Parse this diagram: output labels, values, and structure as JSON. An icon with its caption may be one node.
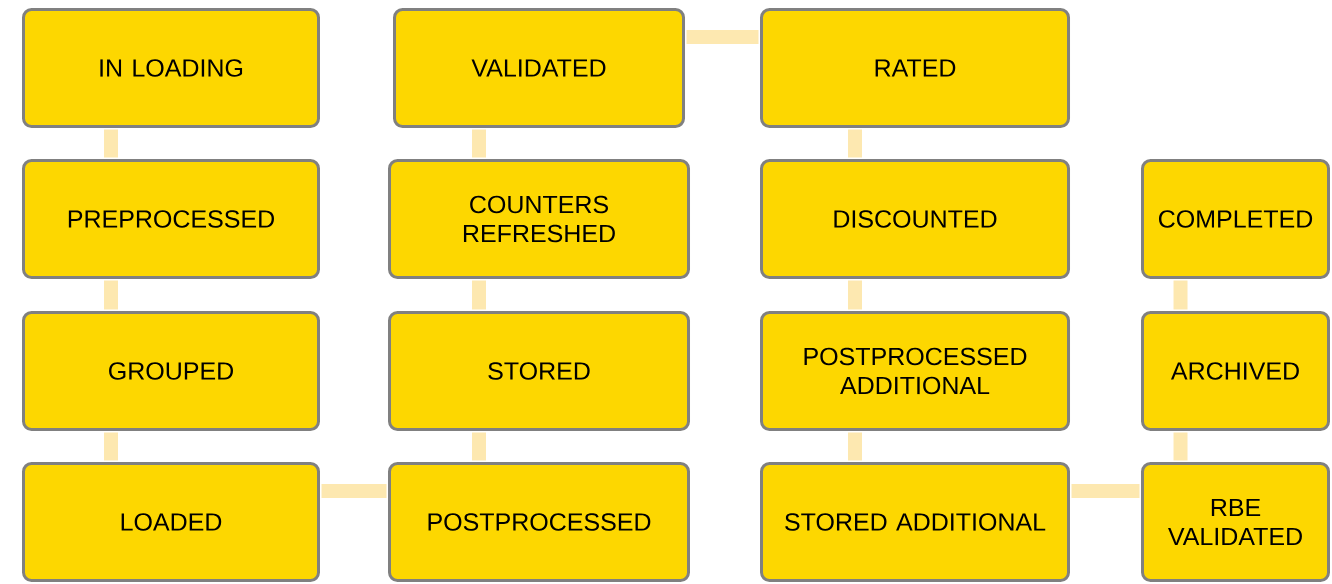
{
  "diagram": {
    "nodes": [
      {
        "text": [
          "IN LOADING"
        ]
      },
      {
        "text": [
          "VALIDATED"
        ]
      },
      {
        "text": [
          "RATED"
        ]
      },
      {
        "text": [
          "PREPROCESSED"
        ]
      },
      {
        "text": [
          "COUNTERS REFRESHED"
        ]
      },
      {
        "text": [
          "DISCOUNTED"
        ]
      },
      {
        "text": [
          "COMPLETED"
        ]
      },
      {
        "text": [
          "GROUPED"
        ]
      },
      {
        "text": [
          "STORED"
        ]
      },
      {
        "text": [
          "POSTPROCESSED ADDITIONAL"
        ]
      },
      {
        "text": [
          "ARCHIVED"
        ]
      },
      {
        "text": [
          "LOADED"
        ]
      },
      {
        "text": [
          "POSTPROCESSED"
        ]
      },
      {
        "text": [
          "STORED ADDITIONAL"
        ]
      },
      {
        "text": [
          "RBE VALIDATED"
        ]
      }
    ],
    "edges": [
      {
        "from": 0,
        "to": 3,
        "arrow": "none"
      },
      {
        "from": 3,
        "to": 7,
        "arrow": "none"
      },
      {
        "from": 7,
        "to": 11,
        "arrow": "none"
      },
      {
        "from": 11,
        "to": 12,
        "arrow": "none"
      },
      {
        "from": 12,
        "to": 8,
        "arrow": "none"
      },
      {
        "from": 8,
        "to": 4,
        "arrow": "none"
      },
      {
        "from": 4,
        "to": 1,
        "arrow": "none"
      },
      {
        "from": 1,
        "to": 2,
        "arrow": "none"
      },
      {
        "from": 2,
        "to": 5,
        "arrow": "none"
      },
      {
        "from": 5,
        "to": 9,
        "arrow": "none"
      },
      {
        "from": 9,
        "to": 13,
        "arrow": "none"
      },
      {
        "from": 13,
        "to": 14,
        "arrow": "none"
      },
      {
        "from": 14,
        "to": 10,
        "arrow": "none"
      },
      {
        "from": 10,
        "to": 6,
        "arrow": "none"
      }
    ]
  }
}
